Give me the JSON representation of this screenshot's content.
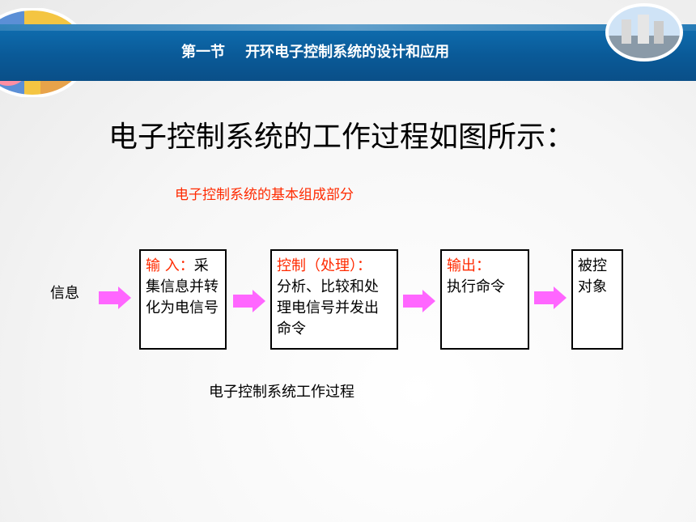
{
  "header": {
    "title": "第一节    开环电子控制系统的设计和应用"
  },
  "main": {
    "title": "电子控制系统的工作过程如图所示：",
    "subtitle": "电子控制系统的基本组成部分",
    "caption": "电子控制系统工作过程"
  },
  "diagram": {
    "input_signal": "信息",
    "boxes": [
      {
        "head": "输 入：",
        "body": "采集信息并转化为电信号"
      },
      {
        "head": "控制（处理）：",
        "body": "分析、比较和处理电信号并发出命令"
      },
      {
        "head": "输出：",
        "body": "执行命令"
      },
      {
        "head": "",
        "body": "被控对象"
      }
    ]
  },
  "colors": {
    "banner": "#0a5a98",
    "accent_red": "#ff2a00",
    "arrow": "#ff66ff"
  }
}
